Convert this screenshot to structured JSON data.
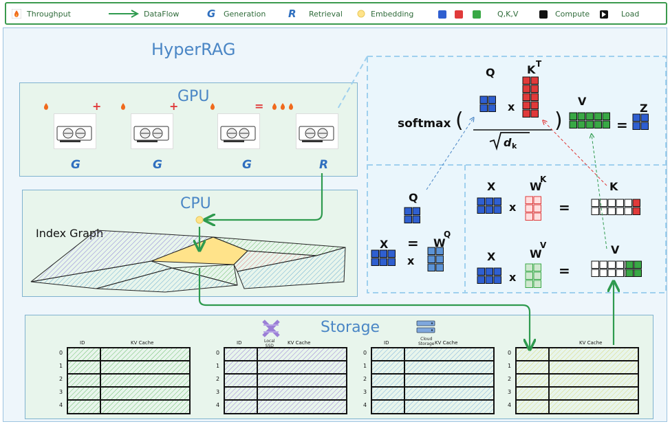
{
  "legend": {
    "throughput": "Throughput",
    "dataflow": "DataFlow",
    "generation_glyph": "G",
    "generation": "Generation",
    "retrieval_glyph": "R",
    "retrieval": "Retrieval",
    "embedding": "Embedding",
    "qkv": "Q,K,V",
    "compute": "Compute",
    "load": "Load"
  },
  "colors": {
    "green": "#2e9a4e",
    "blue": "#2f5fd0",
    "red": "#e03a3a",
    "qkv_green": "#39a845",
    "title_blue": "#4a86c5",
    "embedding": "#ffe38a"
  },
  "title": "HyperRAG",
  "gpu": {
    "title": "GPU",
    "plus1": "+",
    "plus2": "+",
    "equals": "=",
    "labels": [
      "G",
      "G",
      "G",
      "R"
    ]
  },
  "cpu": {
    "title": "CPU",
    "index_graph": "Index Graph"
  },
  "attention": {
    "softmax": "softmax",
    "q": "Q",
    "kt": "K",
    "kt_sup": "T",
    "v": "V",
    "z": "Z",
    "times": "x",
    "eq": "=",
    "dk": "d",
    "dk_sub": "k",
    "q2": "Q",
    "x1": "X",
    "wq": "W",
    "wq_sup": "Q",
    "x2": "X",
    "wk": "W",
    "wk_sup": "K",
    "k": "K",
    "x3": "X",
    "wv": "W",
    "wv_sup": "V",
    "v2": "V"
  },
  "storage": {
    "title": "Storage",
    "local_ssd": "Local\nSSD",
    "cloud_storage": "Cloud\nStorage",
    "tables": [
      {
        "id_header": "ID",
        "kv_header": "KV Cache",
        "rows": [
          "0",
          "1",
          "2",
          "3",
          "4"
        ],
        "hatch": "#6cbf6c"
      },
      {
        "id_header": "ID",
        "kv_header": "KV Cache",
        "rows": [
          "0",
          "1",
          "2",
          "3",
          "4"
        ],
        "hatch": "#9b7fd6"
      },
      {
        "id_header": "ID",
        "kv_header": "KV Cache",
        "rows": [
          "0",
          "1",
          "2",
          "3",
          "4"
        ],
        "hatch": "#7fb3dd"
      },
      {
        "id_header": "",
        "kv_header": "KV Cache",
        "rows": [
          "0",
          "1",
          "2",
          "3",
          "4"
        ],
        "hatch": "#d9d97a"
      }
    ]
  }
}
